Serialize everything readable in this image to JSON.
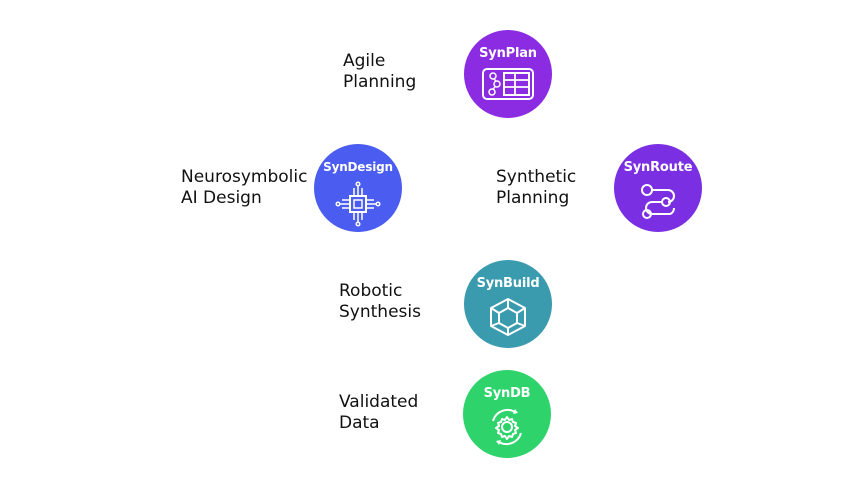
{
  "nodes": {
    "synplan": {
      "title": "SynPlan",
      "label_line1": "Agile",
      "label_line2": "Planning",
      "color": "#8b2be2",
      "icon": "grid-table-icon"
    },
    "syndesign": {
      "title": "SynDesign",
      "label_line1": "Neurosymbolic",
      "label_line2": "AI Design",
      "color": "#4b5cf0",
      "icon": "chip-icon"
    },
    "synroute": {
      "title": "SynRoute",
      "label_line1": "Synthetic",
      "label_line2": "Planning",
      "color": "#7b2fe3",
      "icon": "route-icon"
    },
    "synbuild": {
      "title": "SynBuild",
      "label_line1": "Robotic",
      "label_line2": "Synthesis",
      "color": "#3a9aae",
      "icon": "cube-icon"
    },
    "syndb": {
      "title": "SynDB",
      "label_line1": "Validated",
      "label_line2": "Data",
      "color": "#2ed36b",
      "icon": "gear-cycle-icon"
    }
  }
}
